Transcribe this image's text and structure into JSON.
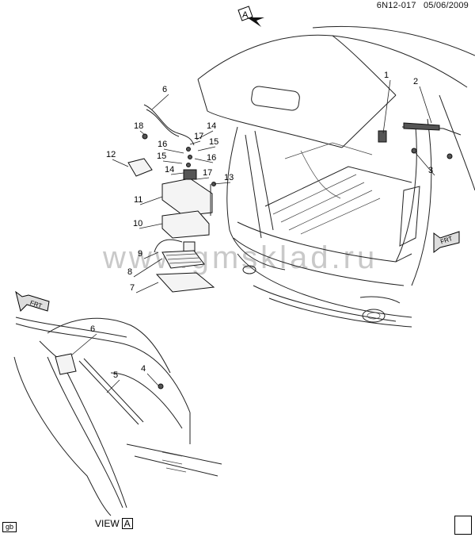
{
  "header": {
    "diagram_code": "6N12-017",
    "date": "05/06/2009"
  },
  "footer": {
    "view_label": "VIEW",
    "view_letter": "A",
    "corner_code": "gb"
  },
  "view_marker": {
    "letter": "A"
  },
  "watermark": {
    "text": "www.gmsklad.ru"
  },
  "front_arrows": [
    "FRT",
    "FRT"
  ],
  "callouts": [
    "1",
    "2",
    "3",
    "4",
    "5",
    "6",
    "6",
    "7",
    "8",
    "9",
    "10",
    "11",
    "12",
    "13",
    "14",
    "14",
    "15",
    "15",
    "16",
    "16",
    "17",
    "17",
    "18"
  ]
}
